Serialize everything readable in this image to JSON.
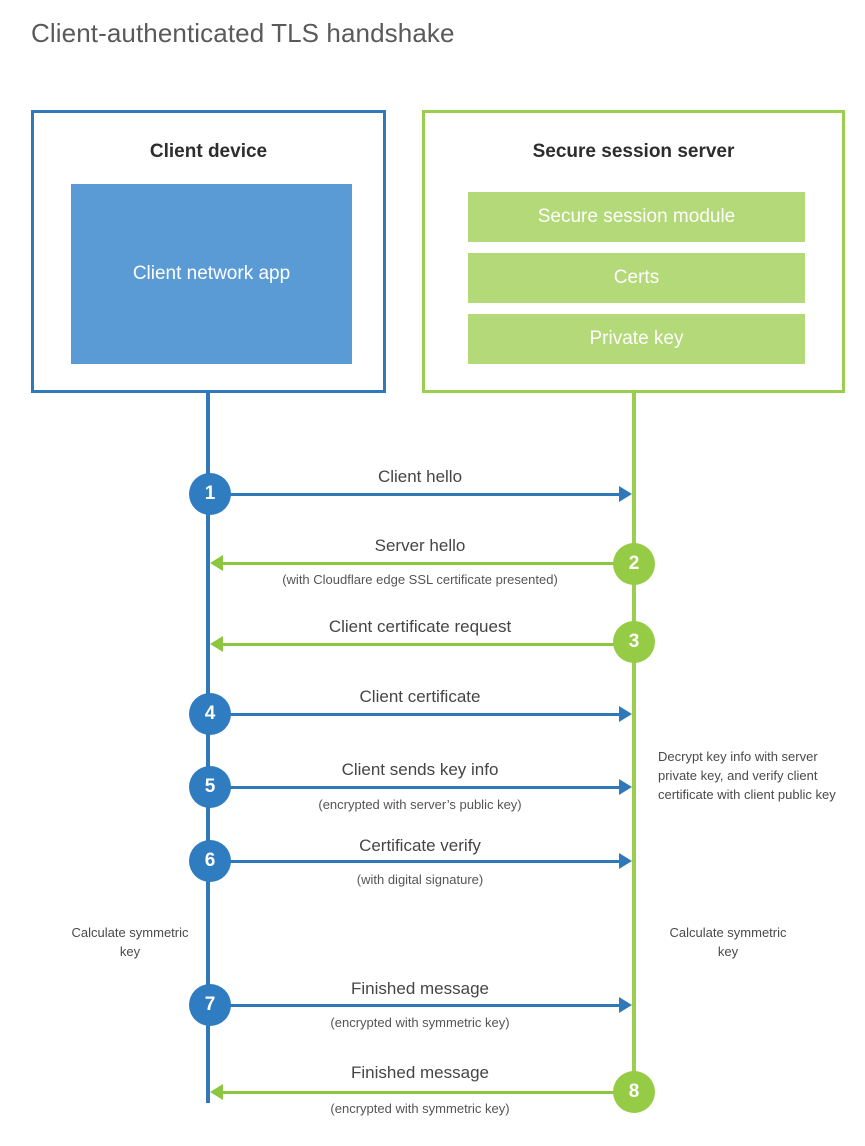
{
  "title": "Client-authenticated TLS handshake",
  "colors": {
    "client_accent": "#3079b8",
    "client_fill": "#5b9bd5",
    "server_accent": "#9bcd4f",
    "server_fill": "#b3d978",
    "arrow_blue": "#3079b8",
    "arrow_green": "#8cc63f",
    "title_text": "#5a5a5a"
  },
  "parties": {
    "client": {
      "title": "Client device",
      "blocks": [
        {
          "label": "Client network app"
        }
      ]
    },
    "server": {
      "title": "Secure session server",
      "blocks": [
        {
          "label": "Secure session module"
        },
        {
          "label": "Certs"
        },
        {
          "label": "Private key"
        }
      ]
    }
  },
  "steps": [
    {
      "number": "1",
      "origin": "client",
      "direction": "right",
      "color": "blue",
      "label": "Client hello",
      "sublabel": ""
    },
    {
      "number": "2",
      "origin": "server",
      "direction": "left",
      "color": "green",
      "label": "Server hello",
      "sublabel": "(with Cloudflare edge SSL certificate presented)"
    },
    {
      "number": "3",
      "origin": "server",
      "direction": "left",
      "color": "green",
      "label": "Client certificate request",
      "sublabel": ""
    },
    {
      "number": "4",
      "origin": "client",
      "direction": "right",
      "color": "blue",
      "label": "Client certificate",
      "sublabel": ""
    },
    {
      "number": "5",
      "origin": "client",
      "direction": "right",
      "color": "blue",
      "label": "Client sends key info",
      "sublabel": "(encrypted with server’s public key)"
    },
    {
      "number": "6",
      "origin": "client",
      "direction": "right",
      "color": "blue",
      "label": "Certificate verify",
      "sublabel": "(with digital signature)"
    },
    {
      "number": "7",
      "origin": "client",
      "direction": "right",
      "color": "blue",
      "label": "Finished message",
      "sublabel": "(encrypted with symmetric key)"
    },
    {
      "number": "8",
      "origin": "server",
      "direction": "left",
      "color": "green",
      "label": "Finished message",
      "sublabel": "(encrypted with symmetric key)"
    }
  ],
  "notes": {
    "server_decrypt": "Decrypt key info with server private key, and verify client certificate with client public key",
    "client_calculate": "Calculate symmetric key",
    "server_calculate": "Calculate symmetric key"
  }
}
